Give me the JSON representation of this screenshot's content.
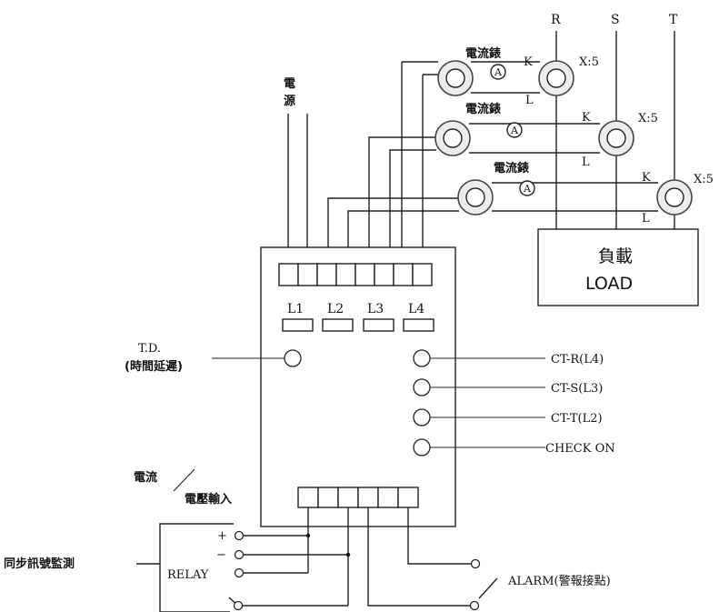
{
  "phases": {
    "r": "R",
    "s": "S",
    "t": "T"
  },
  "power_supply_chars": [
    "電",
    "源"
  ],
  "current_transformers": [
    {
      "meter_label": "電流錶",
      "meter_symbol": "A",
      "k_label": "K",
      "l_label": "L",
      "ratio": "X:5"
    },
    {
      "meter_label": "電流錶",
      "meter_symbol": "A",
      "k_label": "K",
      "l_label": "L",
      "ratio": "X:5"
    },
    {
      "meter_label": "電流錶",
      "meter_symbol": "A",
      "k_label": "K",
      "l_label": "L",
      "ratio": "X:5"
    }
  ],
  "load": {
    "label_cn": "負載",
    "label_en": "LOAD"
  },
  "indicators": [
    "L1",
    "L2",
    "L3",
    "L4"
  ],
  "time_delay": {
    "label": "T.D.",
    "sub_label": "(時間延遲)"
  },
  "adjust_knobs": [
    "CT-R(L4)",
    "CT-S(L3)",
    "CT-T(L2)",
    "CHECK ON"
  ],
  "input_label": {
    "line1": "電流",
    "line2": "電壓輸入"
  },
  "relay": {
    "plus": "+",
    "minus": "−",
    "label": "RELAY"
  },
  "sync_monitor": "同步訊號監測",
  "alarm": "ALARM(警報接點)"
}
